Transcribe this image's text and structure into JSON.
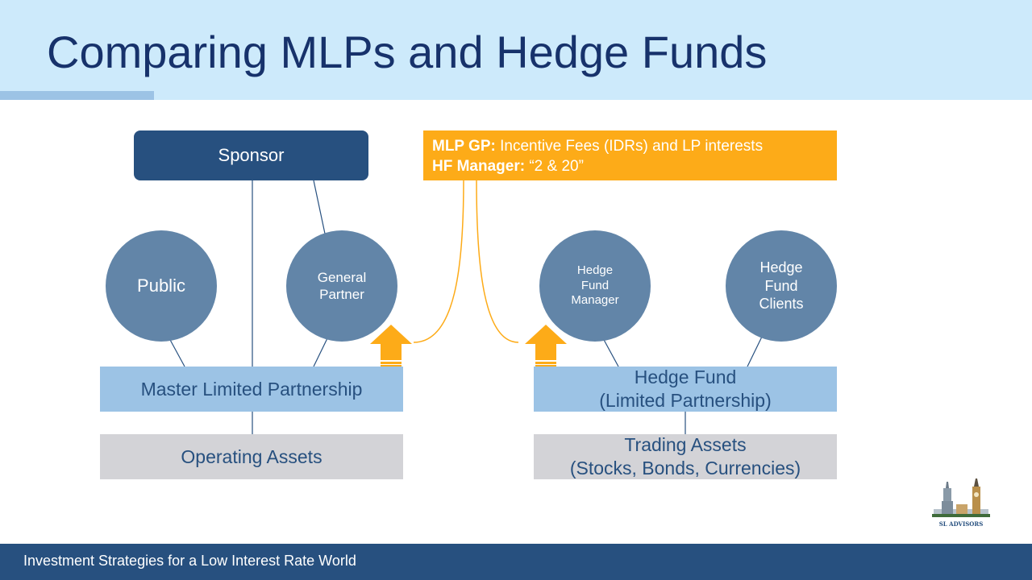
{
  "slide": {
    "title": "Comparing MLPs and Hedge Funds",
    "footer": "Investment Strategies for a Low Interest Rate World"
  },
  "mlp_side": {
    "sponsor": "Sponsor",
    "public": "Public",
    "general_partner": [
      "General",
      "Partner"
    ],
    "entity": "Master Limited Partnership",
    "assets": "Operating Assets"
  },
  "hf_side": {
    "manager": [
      "Hedge",
      "Fund",
      "Manager"
    ],
    "clients": [
      "Hedge",
      "Fund",
      "Clients"
    ],
    "entity": [
      "Hedge Fund",
      "(Limited Partnership)"
    ],
    "assets": [
      "Trading Assets",
      "(Stocks, Bonds, Currencies)"
    ]
  },
  "callout": {
    "line1_label": "MLP GP:",
    "line1_text": " Incentive Fees (IDRs) and LP interests",
    "line2_label": "HF Manager:",
    "line2_text": " “2 & 20”"
  },
  "logo": {
    "text": "SL ADVISORS",
    "icon": "city-towers-icon"
  },
  "colors": {
    "header_bg": "#cdeafb",
    "title": "#17326b",
    "dark_blue": "#27507f",
    "circle": "#6285a8",
    "light_blue": "#9cc3e5",
    "grey": "#d3d3d7",
    "orange": "#fdab18"
  }
}
